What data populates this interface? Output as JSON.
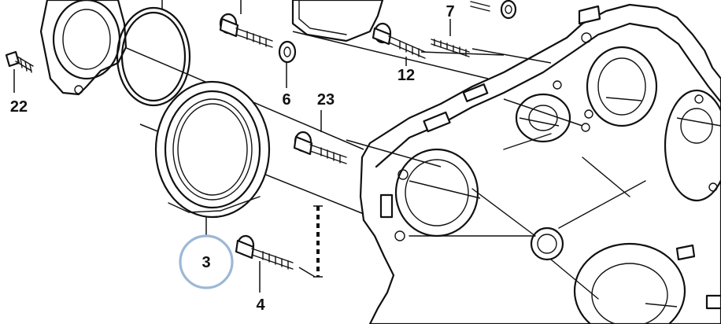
{
  "callouts": {
    "c3": "3",
    "c4": "4",
    "c6": "6",
    "c7": "7",
    "c12": "12",
    "c22": "22",
    "c23": "23"
  },
  "highlight": {
    "part": "3",
    "color": "#9db8d6"
  }
}
